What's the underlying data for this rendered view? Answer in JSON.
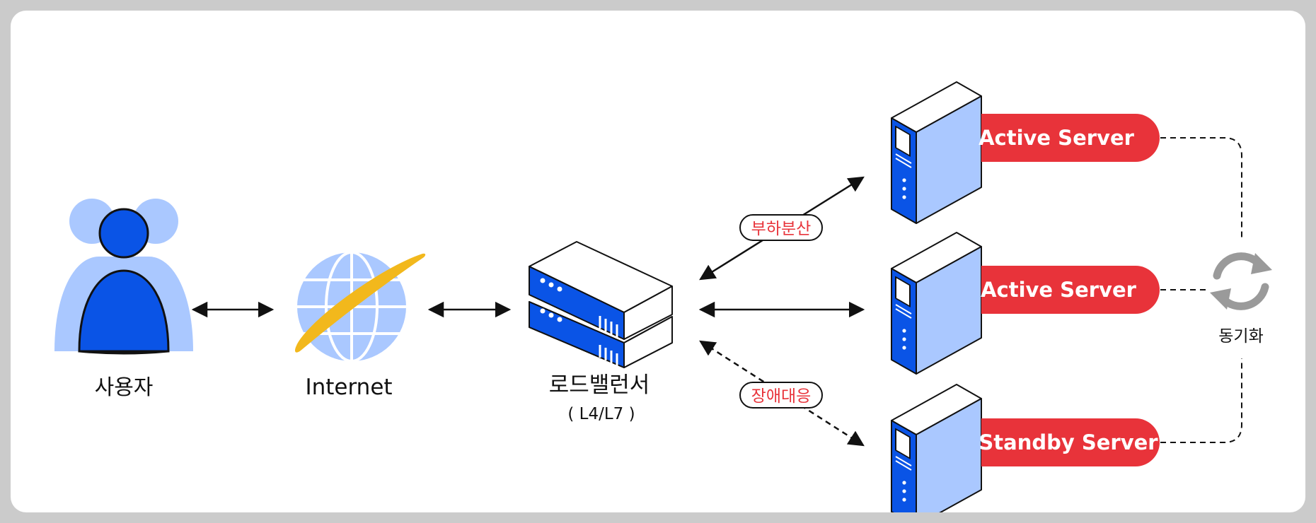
{
  "colors": {
    "blue": "#0a54e6",
    "light_blue": "#aac8ff",
    "red": "#e8333a",
    "gold": "#f2b81c",
    "line": "#111111"
  },
  "nodes": {
    "user": {
      "label": "사용자",
      "icon": "user-group-icon"
    },
    "internet": {
      "label": "Internet",
      "icon": "globe-icon"
    },
    "load_balancer": {
      "label": "로드밸런서",
      "sublabel": "( L4/L7 )",
      "icon": "load-balancer-icon"
    }
  },
  "servers": [
    {
      "label": "Active Server",
      "icon": "server-tower-icon"
    },
    {
      "label": "Active Server",
      "icon": "server-tower-icon"
    },
    {
      "label": "Standby Server",
      "icon": "server-tower-icon"
    }
  ],
  "badges": {
    "load_balancing": "부하분산",
    "failover": "장애대응"
  },
  "sync": {
    "label": "동기화",
    "icon": "sync-icon"
  }
}
